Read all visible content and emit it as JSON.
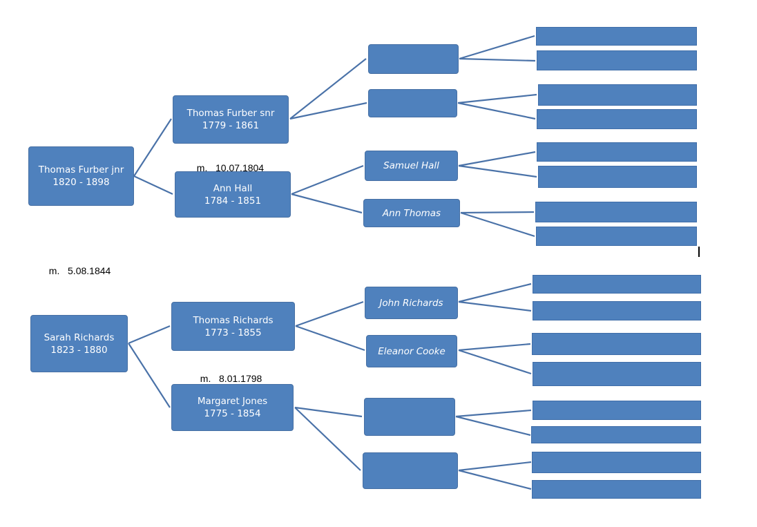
{
  "people": {
    "p1": {
      "name": "Thomas Furber jnr",
      "years": "1820 - 1898"
    },
    "p2": {
      "name": "Sarah Richards",
      "years": "1823 - 1880"
    },
    "p3": {
      "name": "Thomas Furber snr",
      "years": "1779 - 1861"
    },
    "p4": {
      "name": "Ann Hall",
      "years": "1784 - 1851"
    },
    "p5": {
      "name": "Thomas Richards",
      "years": "1773 - 1855"
    },
    "p6": {
      "name": "Margaret Jones",
      "years": "1775 - 1854"
    },
    "g2": {
      "name": "",
      "years": ""
    },
    "g3": {
      "name": "",
      "years": ""
    },
    "g4": {
      "name": "Samuel Hall",
      "years": ""
    },
    "g5": {
      "name": "Ann Thomas",
      "years": ""
    },
    "g6": {
      "name": "John Richards",
      "years": ""
    },
    "g7": {
      "name": "Eleanor Cooke",
      "years": ""
    },
    "g8": {
      "name": "",
      "years": ""
    },
    "g9": {
      "name": "",
      "years": ""
    }
  },
  "marriages": {
    "m1": {
      "prefix": "m.",
      "date": "5.08.1844"
    },
    "m2": {
      "prefix": "m.",
      "date": "10.07.1804"
    },
    "m3": {
      "prefix": "m.",
      "date": "8.01.1798"
    }
  },
  "colors": {
    "box_fill": "#4f81bd",
    "connector": "#4a72a8",
    "text_on_box": "#ffffff"
  }
}
